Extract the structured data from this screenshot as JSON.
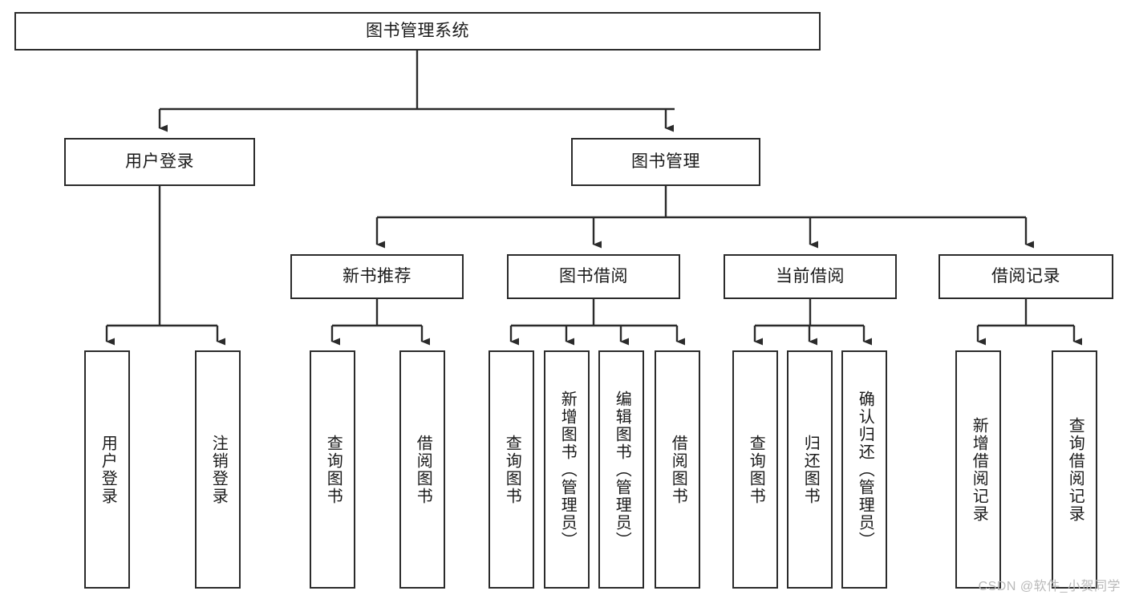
{
  "diagram": {
    "title": "图书管理系统",
    "type": "tree-hierarchy-functional-structure",
    "theme": {
      "background": "#ffffff",
      "box_border": "#2b2b2b",
      "box_fill": "#ffffff",
      "text": "#1a1a1a",
      "connector": "#2b2b2b",
      "watermark": "#b9b9b9"
    },
    "watermark": "CSDN @软件_小贺同学",
    "root": {
      "id": "root",
      "label": "图书管理系统",
      "orientation": "horizontal"
    },
    "level2": [
      {
        "id": "user-login",
        "label": "用户登录",
        "orientation": "horizontal"
      },
      {
        "id": "book-manage",
        "label": "图书管理",
        "orientation": "horizontal"
      }
    ],
    "level3": [
      {
        "id": "new-book-recommend",
        "label": "新书推荐",
        "orientation": "horizontal"
      },
      {
        "id": "book-borrow",
        "label": "图书借阅",
        "orientation": "horizontal"
      },
      {
        "id": "current-borrow",
        "label": "当前借阅",
        "orientation": "horizontal"
      },
      {
        "id": "borrow-record",
        "label": "借阅记录",
        "orientation": "horizontal"
      }
    ],
    "leaves": [
      {
        "id": "leaf-user-login",
        "label": "用户登录",
        "parent": "user-login",
        "orientation": "vertical"
      },
      {
        "id": "leaf-user-logout",
        "label": "注销登录",
        "parent": "user-login",
        "orientation": "vertical"
      },
      {
        "id": "leaf-query-book-1",
        "label": "查询图书",
        "parent": "new-book-recommend",
        "orientation": "vertical"
      },
      {
        "id": "leaf-borrow-book-1",
        "label": "借阅图书",
        "parent": "new-book-recommend",
        "orientation": "vertical"
      },
      {
        "id": "leaf-query-book-2",
        "label": "查询图书",
        "parent": "book-borrow",
        "orientation": "vertical"
      },
      {
        "id": "leaf-add-book",
        "label": "新增图书（管理员）",
        "parent": "book-borrow",
        "orientation": "vertical"
      },
      {
        "id": "leaf-edit-book",
        "label": "编辑图书（管理员）",
        "parent": "book-borrow",
        "orientation": "vertical"
      },
      {
        "id": "leaf-borrow-book-2",
        "label": "借阅图书",
        "parent": "book-borrow",
        "orientation": "vertical"
      },
      {
        "id": "leaf-query-book-3",
        "label": "查询图书",
        "parent": "current-borrow",
        "orientation": "vertical"
      },
      {
        "id": "leaf-return-book",
        "label": "归还图书",
        "parent": "current-borrow",
        "orientation": "vertical"
      },
      {
        "id": "leaf-confirm-return",
        "label": "确认归还（管理员）",
        "parent": "current-borrow",
        "orientation": "vertical"
      },
      {
        "id": "leaf-add-record",
        "label": "新增借阅记录",
        "parent": "borrow-record",
        "orientation": "vertical"
      },
      {
        "id": "leaf-query-record",
        "label": "查询借阅记录",
        "parent": "borrow-record",
        "orientation": "vertical"
      }
    ]
  }
}
